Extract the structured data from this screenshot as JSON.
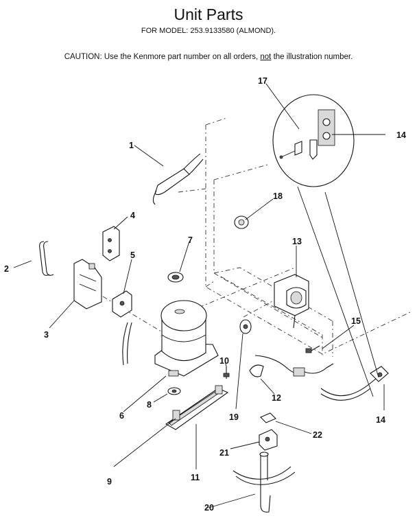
{
  "header": {
    "title": "Unit Parts",
    "subtitle": "FOR MODEL:  253.9133580  (ALMOND).",
    "caution_prefix": "CAUTION:  Use the Kenmore part number on all orders, ",
    "caution_emph": "not",
    "caution_suffix": " the illustration number."
  },
  "callouts": {
    "c1": "1",
    "c2": "2",
    "c3": "3",
    "c4": "4",
    "c5": "5",
    "c6": "6",
    "c7": "7",
    "c8": "8",
    "c9": "9",
    "c10": "10",
    "c11": "11",
    "c12": "12",
    "c13": "13",
    "c14a": "14",
    "c14b": "14",
    "c15": "15",
    "c17": "17",
    "c18": "18",
    "c19": "19",
    "c20": "20",
    "c21": "21",
    "c22": "22"
  }
}
